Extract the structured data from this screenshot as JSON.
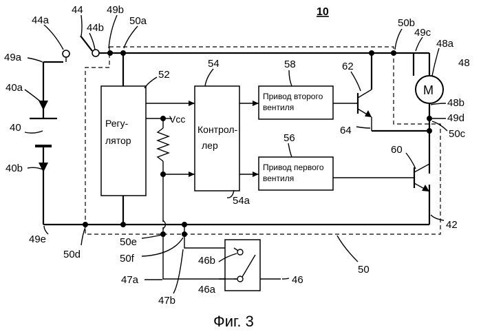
{
  "figure": {
    "caption": "Фиг. 3",
    "title_ref": "10"
  },
  "blocks": {
    "regulator": [
      "Регу-",
      "лятор"
    ],
    "controller": [
      "Контрол-",
      "лер"
    ],
    "driver_second": [
      "Привод второго",
      "вентиля"
    ],
    "driver_first": [
      "Привод первого",
      "вентиля"
    ],
    "motor_symbol": "M",
    "vcc_label": "Vcc"
  },
  "refs": {
    "r44a": "44a",
    "r44": "44",
    "r44b": "44b",
    "r49b": "49b",
    "r50a": "50a",
    "r49a": "49a",
    "r40a": "40a",
    "r40": "40",
    "r40b": "40b",
    "r52": "52",
    "r54": "54",
    "r58": "58",
    "r62": "62",
    "r56": "56",
    "r50b": "50b",
    "r49c": "49c",
    "r48a": "48a",
    "r48": "48",
    "r48b": "48b",
    "r49d": "49d",
    "r50c": "50c",
    "r64": "64",
    "r60": "60",
    "r54a": "54a",
    "r42": "42",
    "r49e": "49e",
    "r50d": "50d",
    "r50e": "50e",
    "r50f": "50f",
    "r46b": "46b",
    "r46a": "46a",
    "r46": "46",
    "r47a": "47a",
    "r47b": "47b",
    "r50": "50"
  }
}
